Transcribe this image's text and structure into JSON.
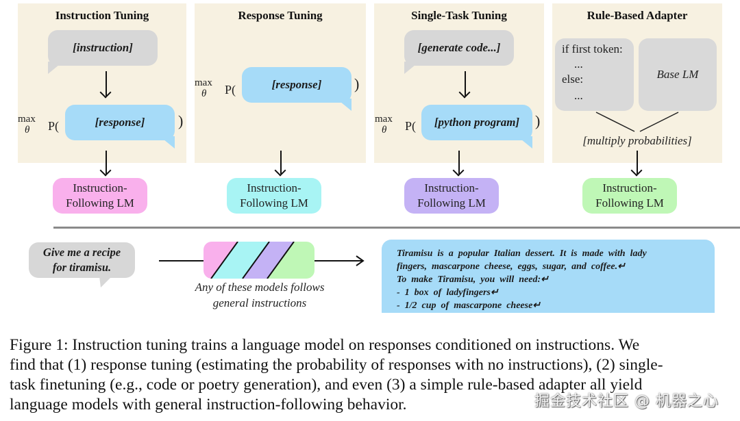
{
  "panels": [
    {
      "title": "Instruction Tuning",
      "input_bubble": "[instruction]",
      "objective_prefix": {
        "max": "max",
        "theta": "θ",
        "p": "P("
      },
      "output_bubble": "[response]",
      "close_paren": ")",
      "result": {
        "line1": "Instruction-",
        "line2": "Following LM",
        "color": "#f9b0ec"
      }
    },
    {
      "title": "Response Tuning",
      "objective_prefix": {
        "max": "max",
        "theta": "θ",
        "p": "P("
      },
      "output_bubble": "[response]",
      "close_paren": ")",
      "result": {
        "line1": "Instruction-",
        "line2": "Following LM",
        "color": "#a8f4f4"
      }
    },
    {
      "title": "Single-Task Tuning",
      "input_bubble": "[generate code...]",
      "objective_prefix": {
        "max": "max",
        "theta": "θ",
        "p": "P("
      },
      "output_bubble": "[python program]",
      "close_paren": ")",
      "result": {
        "line1": "Instruction-",
        "line2": "Following LM",
        "color": "#c4b2f5"
      }
    },
    {
      "title": "Rule-Based Adapter",
      "rule_lines": [
        "if first token:",
        "...",
        "else:",
        "..."
      ],
      "base_lm": "Base LM",
      "combine_label": "[multiply probabilities]",
      "result": {
        "line1": "Instruction-",
        "line2": "Following LM",
        "color": "#bff7b6"
      }
    }
  ],
  "example": {
    "prompt_line1": "Give me a recipe",
    "prompt_line2": "for tiramisu.",
    "model_caption_line1": "Any of these models follows",
    "model_caption_line2": "general instructions",
    "stripe_colors": [
      "#f9b0ec",
      "#a8f4f4",
      "#c4b2f5",
      "#bff7b6"
    ],
    "response_lines": [
      "Tiramisu  is  a  popular  Italian  dessert.  It  is  made  with  lady",
      "fingers,  mascarpone  cheese,  eggs,  sugar,  and  coffee.↵",
      "To  make  Tiramisu,  you  will  need:↵",
      "-  1  box  of  ladyfingers↵",
      "-  1/2  cup  of  mascarpone  cheese↵"
    ]
  },
  "caption": {
    "lines": [
      "Figure 1:  Instruction tuning trains a language model on responses conditioned on instructions. We",
      "find that (1) response tuning (estimating the probability of responses with no instructions), (2) single-",
      "task finetuning (e.g., code or poetry generation), and even (3) a simple rule-based adapter all yield",
      "language models with general instruction-following behavior."
    ]
  },
  "watermark": "掘金技术社区 @ 机器之心"
}
